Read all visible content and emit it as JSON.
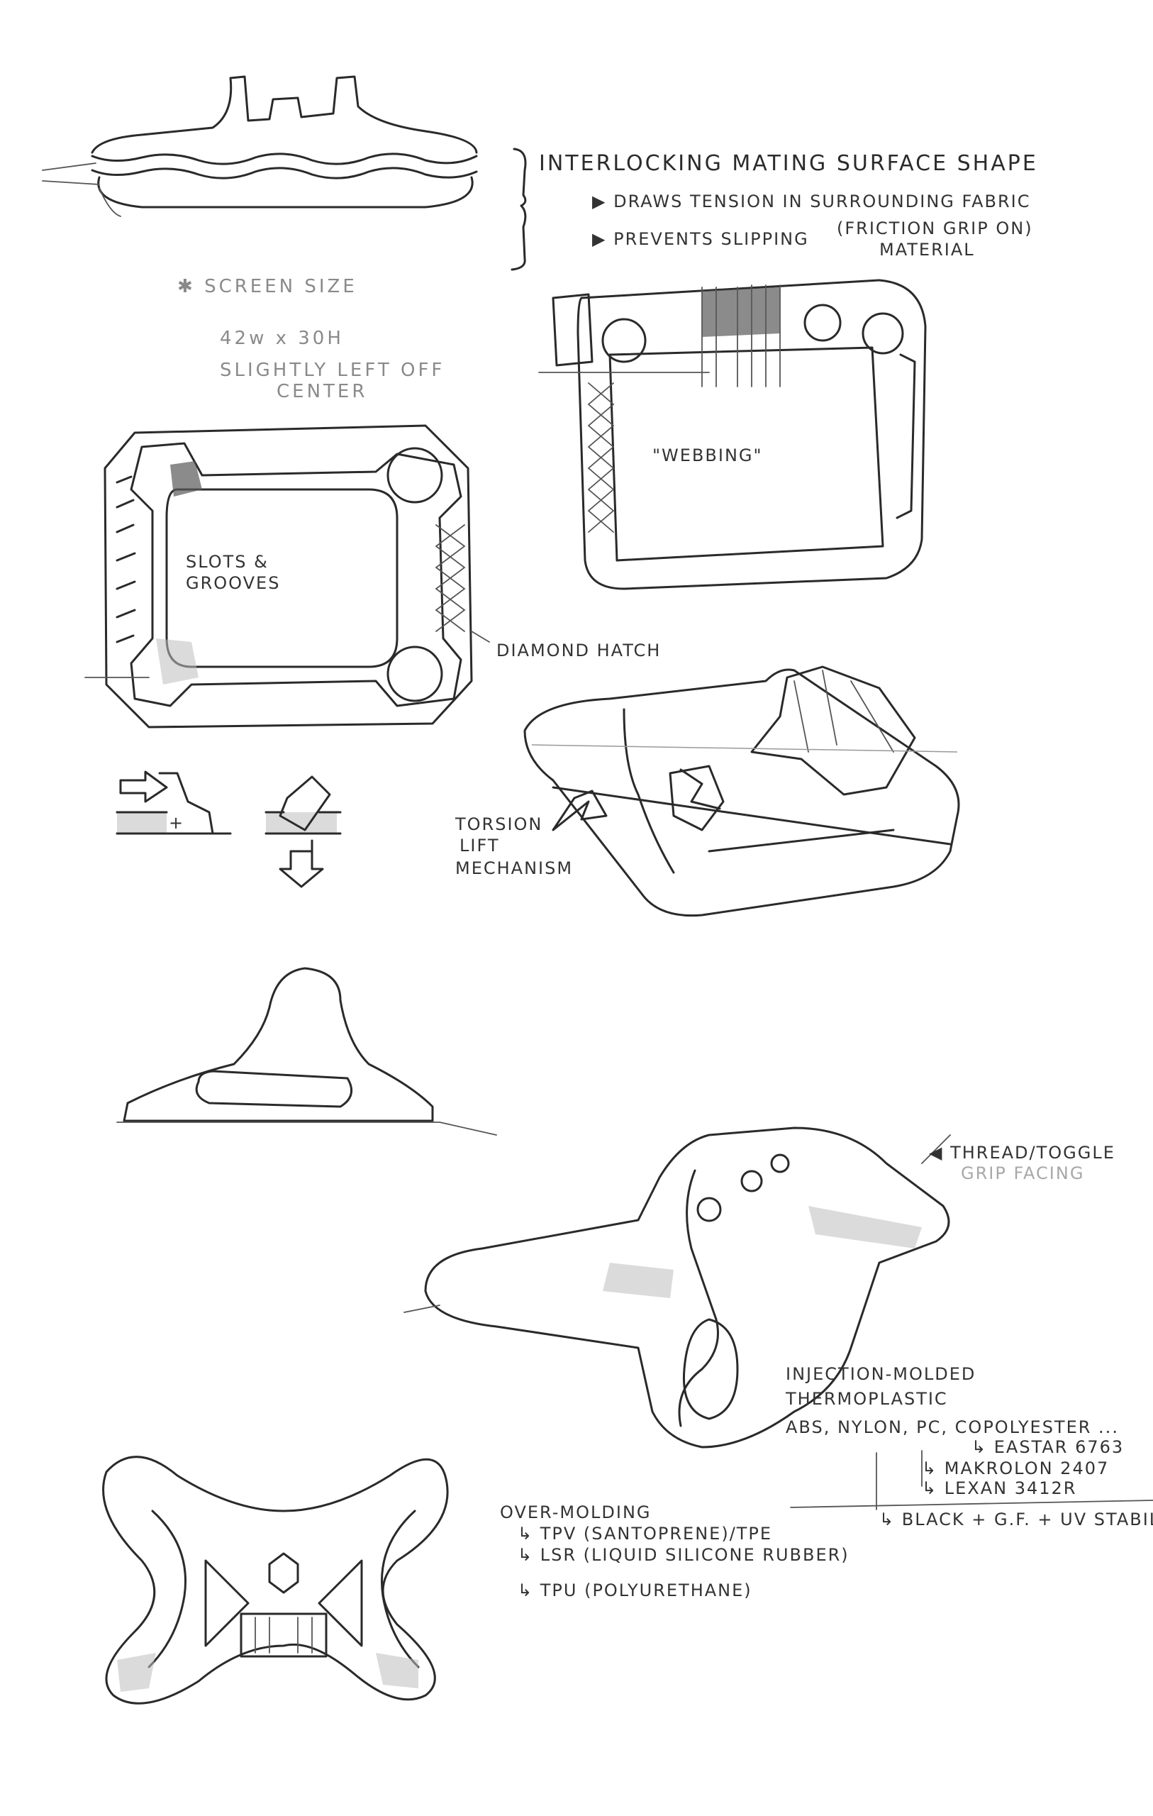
{
  "annotations": {
    "interlocking": {
      "title": "INTERLOCKING MATING SURFACE SHAPE",
      "bullet1": "DRAWS TENSION IN SURROUNDING FABRIC",
      "bullet2": "PREVENTS SLIPPING",
      "bullet2_note_line1": "(FRICTION GRIP ON)",
      "bullet2_note_line2": "MATERIAL"
    },
    "screen_size": {
      "title": "SCREEN SIZE",
      "dimensions": "42w x 30H",
      "note_line1": "SLIGHTLY LEFT OFF",
      "note_line2": "CENTER"
    },
    "slots_grooves_line1": "SLOTS &",
    "slots_grooves_line2": "GROOVES",
    "diamond_hatch": "DIAMOND HATCH",
    "webbing": "\"WEBBING\"",
    "torsion": {
      "line1": "TORSION",
      "line2": "LIFT",
      "line3": "MECHANISM"
    },
    "thread": {
      "line1": "THREAD/TOGGLE",
      "line2": "GRIP FACING"
    },
    "injection": {
      "line1": "INJECTION-MOLDED",
      "line2": "THERMOPLASTIC",
      "line3": "ABS, NYLON, PC, COPOLYESTER ...",
      "eastar": "EASTAR 6763",
      "makrolon": "MAKROLON 2407",
      "lexan": "LEXAN 3412R",
      "black": "BLACK + G.F. + UV STABILIZ"
    },
    "overmolding": {
      "title": "OVER-MOLDING",
      "tpv": "TPV (SANTOPRENE)/TPE",
      "lsr": "LSR (LIQUID SILICONE RUBBER)",
      "tpu": "TPU (POLYURETHANE)"
    }
  }
}
